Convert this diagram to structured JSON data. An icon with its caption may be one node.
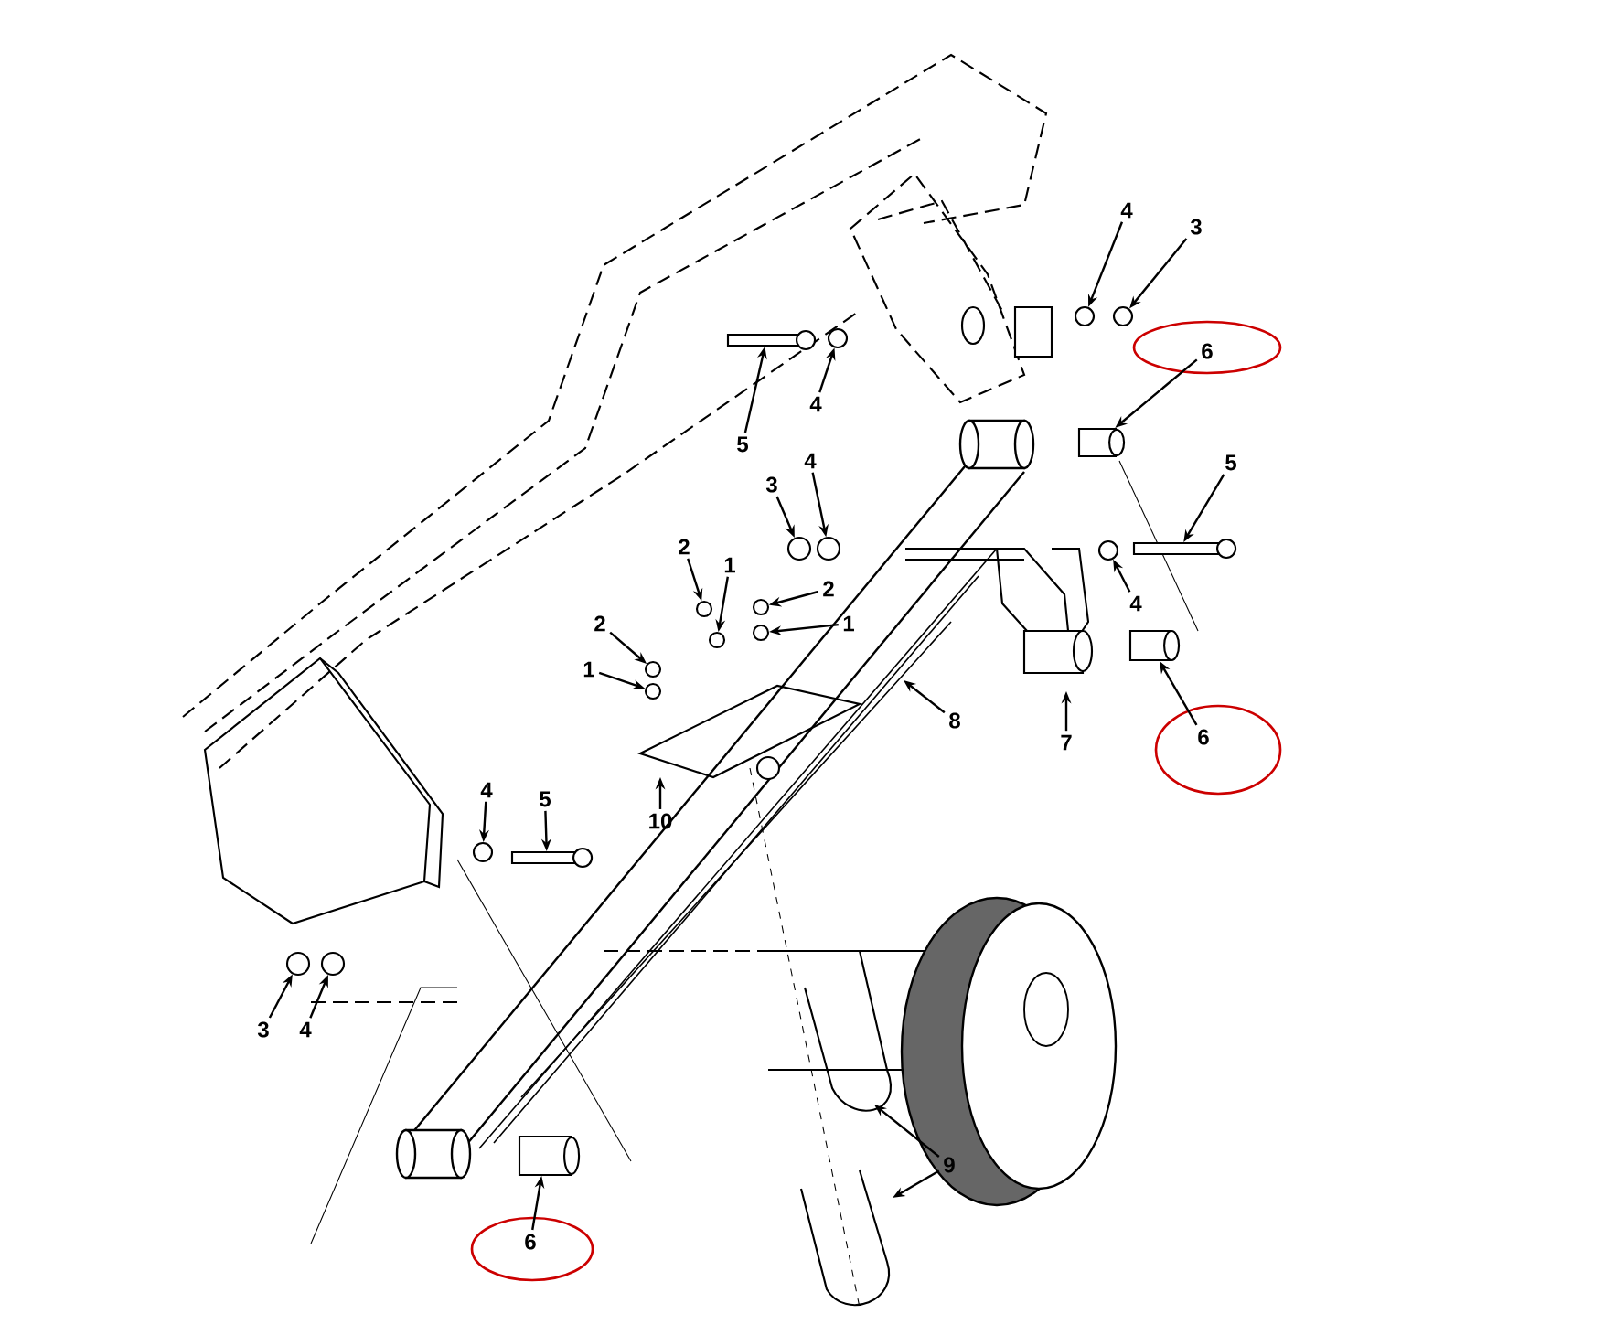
{
  "diagram": {
    "nodes": [
      {
        "text": [
          "4"
        ]
      },
      {
        "text": [
          "3"
        ]
      },
      {
        "text": [
          "5"
        ]
      },
      {
        "text": [
          "4"
        ]
      },
      {
        "text": [
          "6"
        ]
      },
      {
        "text": [
          "3"
        ]
      },
      {
        "text": [
          "4"
        ]
      },
      {
        "text": [
          "5"
        ]
      },
      {
        "text": [
          "2"
        ]
      },
      {
        "text": [
          "1"
        ]
      },
      {
        "text": [
          "2"
        ]
      },
      {
        "text": [
          "2"
        ]
      },
      {
        "text": [
          "1"
        ]
      },
      {
        "text": [
          "1"
        ]
      },
      {
        "text": [
          "4"
        ]
      },
      {
        "text": [
          "8"
        ]
      },
      {
        "text": [
          "7"
        ]
      },
      {
        "text": [
          "6"
        ]
      },
      {
        "text": [
          "10"
        ]
      },
      {
        "text": [
          "4"
        ]
      },
      {
        "text": [
          "5"
        ]
      },
      {
        "text": [
          "3"
        ]
      },
      {
        "text": [
          "4"
        ]
      },
      {
        "text": [
          "9"
        ]
      },
      {
        "text": [
          "6"
        ]
      },
      {
        "text": [],
        "shape": "bolt"
      },
      {
        "text": [],
        "shape": "circle"
      },
      {
        "text": [],
        "shape": "circle"
      },
      {
        "text": [],
        "shape": "circle"
      },
      {
        "text": [],
        "shape": "cylinder"
      },
      {
        "text": [],
        "shape": "circle"
      },
      {
        "text": [],
        "shape": "circle"
      },
      {
        "text": [],
        "shape": "circle"
      },
      {
        "text": [],
        "shape": "circle"
      },
      {
        "text": [],
        "shape": "circle"
      },
      {
        "text": [],
        "shape": "circle"
      },
      {
        "text": [],
        "shape": "circle"
      },
      {
        "text": [],
        "shape": "circle"
      },
      {
        "text": [],
        "shape": "bolt"
      },
      {
        "text": [],
        "shape": "cylinder"
      },
      {
        "text": [],
        "shape": "circle"
      },
      {
        "text": [],
        "shape": "bolt"
      },
      {
        "text": [],
        "shape": "circle"
      },
      {
        "text": [],
        "shape": "circle"
      },
      {
        "text": [],
        "shape": "cylinder"
      },
      {
        "text": [],
        "shape": "circle"
      }
    ],
    "edges": [
      {
        "from": 0,
        "to": 27,
        "arrow": "to"
      },
      {
        "from": 1,
        "to": 28,
        "arrow": "to"
      },
      {
        "from": 2,
        "to": 25,
        "arrow": "to"
      },
      {
        "from": 3,
        "to": 26,
        "arrow": "to"
      },
      {
        "from": 4,
        "to": 29,
        "arrow": "to"
      },
      {
        "from": 5,
        "to": 30,
        "arrow": "to"
      },
      {
        "from": 6,
        "to": 31,
        "arrow": "to"
      },
      {
        "from": 7,
        "to": 38,
        "arrow": "to"
      },
      {
        "from": 8,
        "to": 32,
        "arrow": "to"
      },
      {
        "from": 9,
        "to": 33,
        "arrow": "to"
      },
      {
        "from": 10,
        "to": 34,
        "arrow": "to"
      },
      {
        "from": 11,
        "to": 36,
        "arrow": "to"
      },
      {
        "from": 12,
        "to": 35,
        "arrow": "to"
      },
      {
        "from": 13,
        "to": 37,
        "arrow": "to"
      },
      {
        "from": 14,
        "to": 40,
        "arrow": "to"
      },
      {
        "from": 15,
        "to": null,
        "arrow": "to"
      },
      {
        "from": 16,
        "to": null,
        "arrow": "to"
      },
      {
        "from": 17,
        "to": 39,
        "arrow": "to"
      },
      {
        "from": 18,
        "to": null,
        "arrow": "to"
      },
      {
        "from": 19,
        "to": 42,
        "arrow": "to"
      },
      {
        "from": 20,
        "to": 41,
        "arrow": "to"
      },
      {
        "from": 21,
        "to": 43,
        "arrow": "to"
      },
      {
        "from": 22,
        "to": 45,
        "arrow": "to"
      },
      {
        "from": 23,
        "to": null,
        "arrow": "to"
      },
      {
        "from": 23,
        "to": null,
        "arrow": "to"
      },
      {
        "from": 24,
        "to": 44,
        "arrow": "to"
      }
    ]
  }
}
